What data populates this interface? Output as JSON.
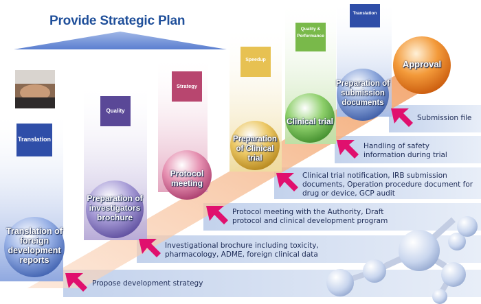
{
  "title": "Provide Strategic Plan",
  "steps": [
    {
      "label": "Propose development strategy"
    },
    {
      "label": "Investigational brochure including toxicity, pharmacology, ADME, foreign clinical data"
    },
    {
      "label": "Protocol meeting with the Authority, Draft protocol and clinical development program"
    },
    {
      "label": "Clinical trial notification, IRB submission documents, Operation procedure document for drug or device, GCP audit"
    },
    {
      "label": "Handling of safety information during trial"
    },
    {
      "label": "Submission file"
    }
  ],
  "pillars": [
    {
      "ball": "Translation of foreign development reports",
      "box": "Translation"
    },
    {
      "ball": "Preparation of investigators brochure",
      "box": "Quality"
    },
    {
      "ball": "Protocol meeting",
      "box": "Strategy"
    },
    {
      "ball": "Preparation of Clinical trial",
      "box": "Speedup"
    },
    {
      "ball": "Clinical trial",
      "box": "Quality & Performance"
    },
    {
      "ball": "Preparation of submission documents",
      "box": "Translation"
    }
  ],
  "goal": "Approval",
  "colors": {
    "title": "#1f4f9a",
    "arrow": "#e0106e",
    "diagonal_arrow": "#f3b07a",
    "approval": "#f07a1a"
  }
}
